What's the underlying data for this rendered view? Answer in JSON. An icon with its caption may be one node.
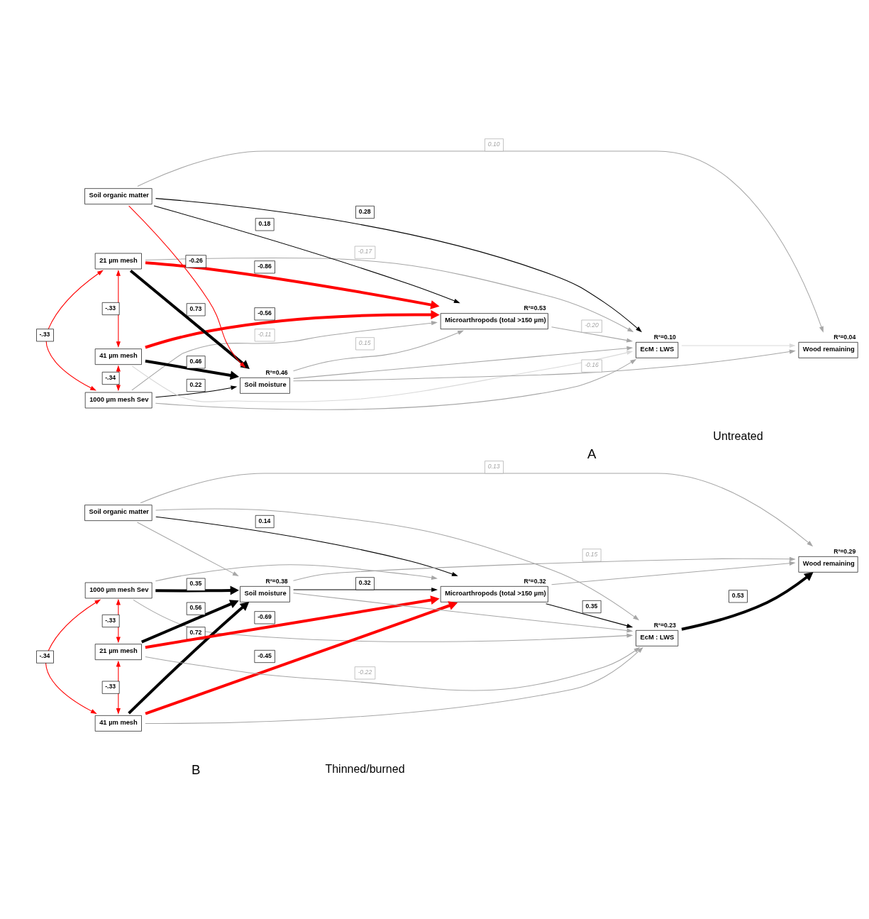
{
  "diagram": {
    "nodes": [
      {
        "text": [
          "1000 µm mesh Sev"
        ]
      },
      {
        "text": [
          "41 µm mesh"
        ]
      },
      {
        "text": [
          "21 µm mesh"
        ]
      },
      {
        "text": [
          "Soil organic matter"
        ]
      },
      {
        "text": [
          "Microarthropods (total >150 µm)"
        ],
        "beside": [
          "R²=0.53"
        ]
      },
      {
        "text": [
          "Soil moisture"
        ],
        "beside": [
          "R²=0.46"
        ]
      },
      {
        "text": [
          "EcM : LWS"
        ],
        "beside": [
          "R²=0.10"
        ]
      },
      {
        "text": [
          "Wood remaining"
        ],
        "beside": [
          "R²=0.04"
        ]
      },
      {
        "text": [
          "1000 µm mesh Sev"
        ]
      },
      {
        "text": [
          "41 µm mesh"
        ]
      },
      {
        "text": [
          "21 µm mesh"
        ]
      },
      {
        "text": [
          "Soil organic matter"
        ]
      },
      {
        "text": [
          "Microarthropods (total >150 µm)"
        ],
        "beside": [
          "R²=0.32"
        ]
      },
      {
        "text": [
          "Soil moisture"
        ],
        "beside": [
          "R²=0.38"
        ]
      },
      {
        "text": [
          "EcM : LWS"
        ],
        "beside": [
          "R²=0.23"
        ]
      },
      {
        "text": [
          "Wood remaining"
        ],
        "beside": [
          "R²=0.29"
        ]
      }
    ],
    "edges": [
      {
        "from": 0,
        "to": 1,
        "arrow": "both",
        "label": "-.34",
        "color": "#ff0000"
      },
      {
        "from": 1,
        "to": 2,
        "arrow": "both",
        "label": "-.33",
        "color": "#ff0000"
      },
      {
        "from": 0,
        "to": 2,
        "arrow": "both",
        "label": "-.33",
        "color": "#ff0000"
      },
      {
        "from": 0,
        "to": 4,
        "arrow": "to",
        "label": "-0.11",
        "color": "#a6a6a6"
      },
      {
        "from": 0,
        "to": 6,
        "arrow": "to",
        "color": "#a6a6a6"
      },
      {
        "from": 0,
        "to": 5,
        "arrow": "to",
        "label": "0.22",
        "color": "#000000"
      },
      {
        "from": 1,
        "to": 4,
        "arrow": "to",
        "label": "-0.56",
        "style": "thick",
        "color": "#ff0000"
      },
      {
        "from": 1,
        "to": 5,
        "arrow": "to",
        "label": "0.46",
        "style": "thick",
        "color": "#000000"
      },
      {
        "from": 1,
        "to": 6,
        "arrow": "to",
        "color": "#d9d9d9"
      },
      {
        "from": 2,
        "to": 4,
        "arrow": "to",
        "label": "-0.86",
        "style": "thick",
        "color": "#ff0000"
      },
      {
        "from": 2,
        "to": 6,
        "arrow": "to",
        "label": "-0.17",
        "color": "#a6a6a6"
      },
      {
        "from": 2,
        "to": 5,
        "arrow": "to",
        "label": "0.73",
        "style": "thick",
        "color": "#000000"
      },
      {
        "from": 3,
        "to": 4,
        "arrow": "to",
        "label": "0.18",
        "color": "#000000"
      },
      {
        "from": 3,
        "to": 6,
        "arrow": "to",
        "label": "0.28",
        "color": "#000000"
      },
      {
        "from": 3,
        "to": 5,
        "arrow": "to",
        "label": "-0.26",
        "color": "#ff0000"
      },
      {
        "from": 3,
        "to": 7,
        "arrow": "to",
        "label": "0.10",
        "color": "#a6a6a6"
      },
      {
        "from": 5,
        "to": 4,
        "arrow": "to",
        "label": "0.15",
        "color": "#a6a6a6"
      },
      {
        "from": 5,
        "to": 6,
        "arrow": "to",
        "color": "#a6a6a6"
      },
      {
        "from": 5,
        "to": 7,
        "arrow": "to",
        "label": "-0.16",
        "color": "#a6a6a6"
      },
      {
        "from": 4,
        "to": 6,
        "arrow": "to",
        "label": "-0.20",
        "color": "#a6a6a6"
      },
      {
        "from": 6,
        "to": 7,
        "arrow": "to",
        "color": "#d9d9d9"
      },
      {
        "from": 8,
        "to": 9,
        "arrow": "both",
        "label": "-.34",
        "color": "#ff0000"
      },
      {
        "from": 9,
        "to": 10,
        "arrow": "both",
        "label": "-.33",
        "color": "#ff0000"
      },
      {
        "from": 8,
        "to": 10,
        "arrow": "both",
        "label": "-.33",
        "color": "#ff0000"
      },
      {
        "from": 8,
        "to": 12,
        "arrow": "to",
        "color": "#a6a6a6"
      },
      {
        "from": 8,
        "to": 14,
        "arrow": "to",
        "color": "#a6a6a6"
      },
      {
        "from": 8,
        "to": 13,
        "arrow": "to",
        "label": "0.35",
        "style": "thick",
        "color": "#000000"
      },
      {
        "from": 9,
        "to": 12,
        "arrow": "to",
        "label": "-0.45",
        "style": "thick",
        "color": "#ff0000"
      },
      {
        "from": 9,
        "to": 13,
        "arrow": "to",
        "label": "0.72",
        "style": "thick",
        "color": "#000000"
      },
      {
        "from": 9,
        "to": 14,
        "arrow": "to",
        "color": "#a6a6a6"
      },
      {
        "from": 10,
        "to": 12,
        "arrow": "to",
        "label": "-0.69",
        "style": "thick",
        "color": "#ff0000"
      },
      {
        "from": 10,
        "to": 14,
        "arrow": "to",
        "label": "-0.22",
        "color": "#a6a6a6"
      },
      {
        "from": 10,
        "to": 13,
        "arrow": "to",
        "label": "0.56",
        "style": "thick",
        "color": "#000000"
      },
      {
        "from": 11,
        "to": 12,
        "arrow": "to",
        "label": "0.14",
        "color": "#000000"
      },
      {
        "from": 11,
        "to": 13,
        "arrow": "to",
        "color": "#a6a6a6"
      },
      {
        "from": 11,
        "to": 14,
        "arrow": "to",
        "color": "#a6a6a6"
      },
      {
        "from": 11,
        "to": 15,
        "arrow": "to",
        "label": "0.13",
        "color": "#a6a6a6"
      },
      {
        "from": 13,
        "to": 12,
        "arrow": "to",
        "label": "0.32",
        "color": "#000000"
      },
      {
        "from": 13,
        "to": 14,
        "arrow": "to",
        "color": "#a6a6a6"
      },
      {
        "from": 13,
        "to": 15,
        "arrow": "to",
        "label": "0.15",
        "color": "#a6a6a6"
      },
      {
        "from": 12,
        "to": 14,
        "arrow": "to",
        "label": "0.35",
        "color": "#000000"
      },
      {
        "from": 12,
        "to": 15,
        "arrow": "to",
        "color": "#a6a6a6"
      },
      {
        "from": 14,
        "to": 15,
        "arrow": "to",
        "label": "0.53",
        "style": "thick",
        "color": "#000000"
      }
    ],
    "labels": [
      "A",
      "Untreated",
      "B",
      "Thinned/burned"
    ]
  }
}
